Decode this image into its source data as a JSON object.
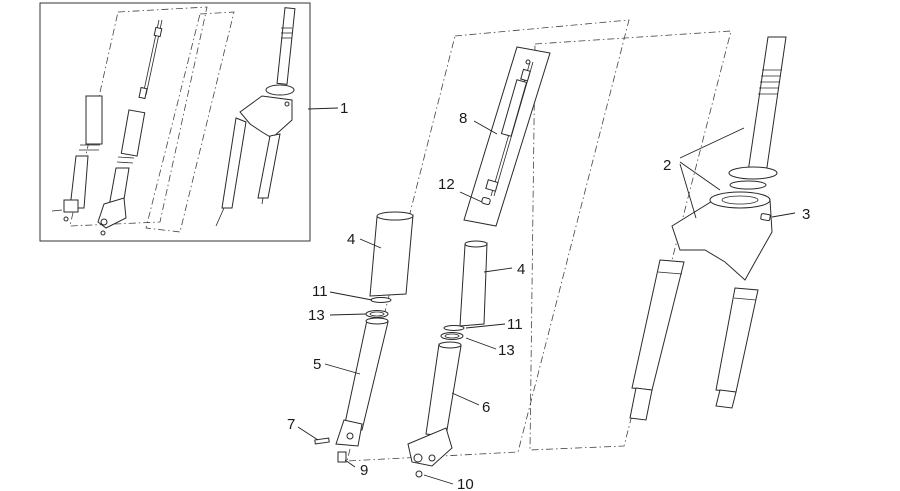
{
  "callouts": [
    "1",
    "2",
    "3",
    "4",
    "4",
    "5",
    "6",
    "7",
    "8",
    "9",
    "10",
    "11",
    "11",
    "12",
    "13",
    "13"
  ],
  "colors": {
    "line": "#2a2a2a",
    "background": "#ffffff"
  }
}
